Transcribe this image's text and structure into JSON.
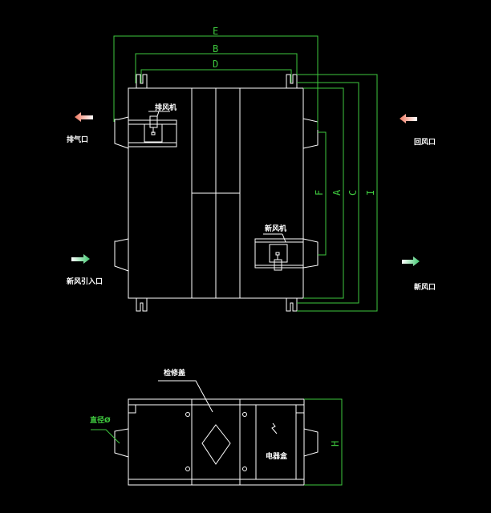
{
  "dimensions": {
    "E": "E",
    "B": "B",
    "D": "D",
    "F": "F",
    "A": "A",
    "C": "C",
    "I": "I",
    "H": "H"
  },
  "labels": {
    "exhaust_fan": "排风机",
    "exhaust_outlet": "排气口",
    "return_air_inlet": "回风口",
    "fresh_air_fan": "新风机",
    "fresh_air_intake": "新风引入口",
    "fresh_air_outlet": "新风口",
    "access_cover": "检修盖",
    "diameter": "直径Ø",
    "electrical_box": "电器盒"
  },
  "colors": {
    "dimension": "#3ec83e",
    "line": "#ffffff",
    "exhaust_arrow": "#f08c78",
    "fresh_arrow": "#5ad28c"
  }
}
